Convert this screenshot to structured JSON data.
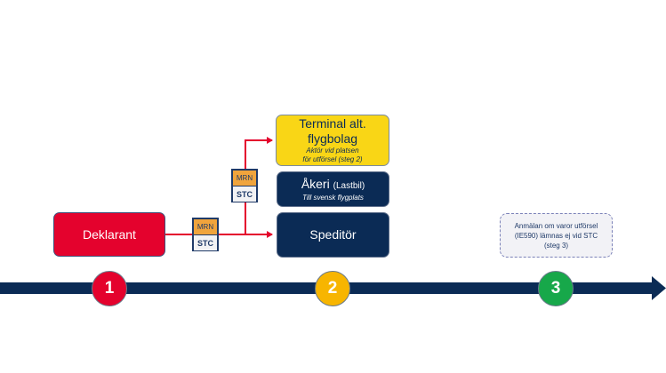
{
  "diagram": {
    "actors": {
      "deklarant": {
        "label": "Deklarant"
      },
      "terminal": {
        "title": "Terminal alt. flygbolag",
        "title_line1": "Terminal alt.",
        "title_line2": "flygbolag",
        "subtitle_line1": "Aktör vid platsen",
        "subtitle_line2": "för utförsel (steg 2)"
      },
      "akeri": {
        "title": "Åkeri",
        "title_suffix": "(Lastbil)",
        "subtitle": "Till svensk flygplats"
      },
      "speditor": {
        "label": "Speditör"
      }
    },
    "documents": [
      {
        "top": "MRN",
        "bottom": "STC"
      },
      {
        "top": "MRN",
        "bottom": "STC"
      }
    ],
    "note": {
      "line1": "Anmälan om varor utförsel",
      "line2": "(IE590) lämnas ej vid STC",
      "line3": "(steg 3)"
    },
    "steps": [
      {
        "label": "1",
        "color": "#e4022d"
      },
      {
        "label": "2",
        "color": "#f7b500"
      },
      {
        "label": "3",
        "color": "#17a84a"
      }
    ],
    "colors": {
      "timeline": "#0b2b55",
      "connector": "#e4022d",
      "navy": "#0b2b55",
      "red": "#e4022d",
      "yellow": "#f9d616",
      "orange": "#f0a43c"
    }
  }
}
